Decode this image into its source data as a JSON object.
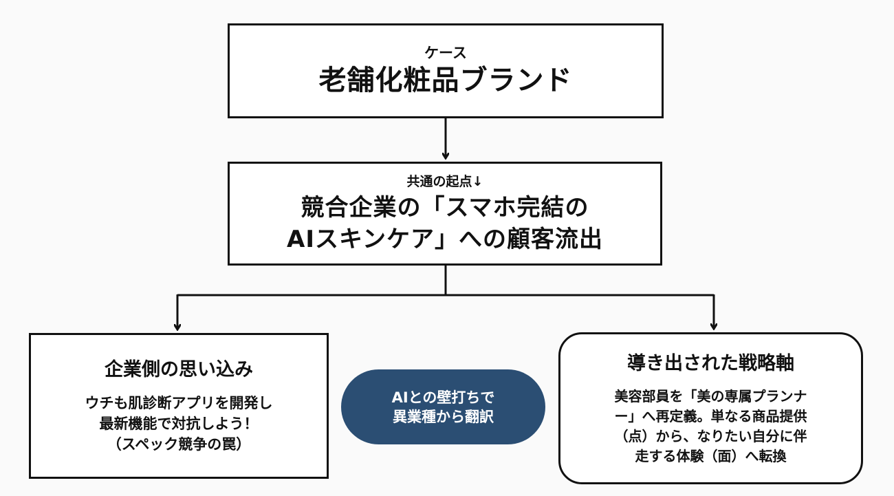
{
  "case_box": {
    "label": "ケース",
    "title": "老舗化粧品ブランド"
  },
  "origin_box": {
    "label": "共通の起点↓",
    "lines": [
      "競合企業の「スマホ完結の",
      "AIスキンケア」への顧客流出"
    ]
  },
  "belief_box": {
    "title": "企業側の思い込み",
    "lines": [
      "ウチも肌診断アプリを開発し",
      "最新機能で対抗しよう！",
      "（スペック競争の罠）"
    ]
  },
  "translate_pill": {
    "lines": [
      "AIとの壁打ちで",
      "異業種から翻訳"
    ]
  },
  "strategy_box": {
    "title": "導き出された戦略軸",
    "lines": [
      "美容部員を「美の専属プランナ",
      "ー」へ再定義。単なる商品提供",
      "（点）から、なりたい自分に伴",
      "走する体験（面）へ転換"
    ]
  },
  "colors": {
    "line": "#111111",
    "pill": "#2b4e73",
    "pill_text": "#ffffff"
  }
}
